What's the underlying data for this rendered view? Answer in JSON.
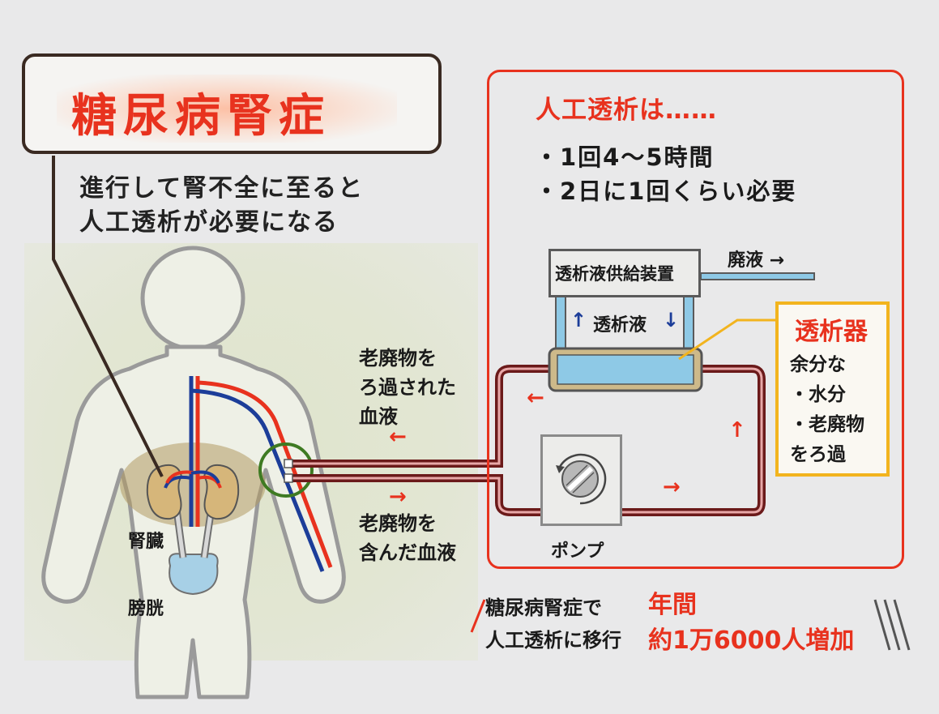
{
  "title": "糖尿病腎症",
  "description": [
    "進行して腎不全に至ると",
    "人工透析が必要になる"
  ],
  "organs": {
    "kidney": "腎臓",
    "bladder": "膀胱"
  },
  "blood_labels": {
    "filtered": [
      "老廃物を",
      "ろ過された",
      "血液"
    ],
    "waste": [
      "老廃物を",
      "含んだ血液"
    ]
  },
  "panel": {
    "title": "人工透析は……",
    "bullets": [
      "・1回4～5時間",
      "・2日に1回くらい必要"
    ]
  },
  "device": {
    "supply_label": "透析液供給装置",
    "waste_liquid": "廃液 →",
    "dialysate": "透析液",
    "pump": "ポンプ"
  },
  "dialyzer": {
    "title": "透析器",
    "desc": [
      "余分な",
      "・水分",
      "・老廃物",
      "をろ過"
    ]
  },
  "stat": {
    "left": [
      "糖尿病腎症で",
      "人工透析に移行"
    ],
    "right": [
      "年間",
      "約1万6000人増加"
    ]
  },
  "colors": {
    "accent_red": "#e8321e",
    "blood_red": "#e8321e",
    "blood_blue": "#1c3d99",
    "tube_dark": "#6b1a1a",
    "dialyzer_border": "#f2b41e",
    "dialysate_blue": "#8ec9e6"
  }
}
